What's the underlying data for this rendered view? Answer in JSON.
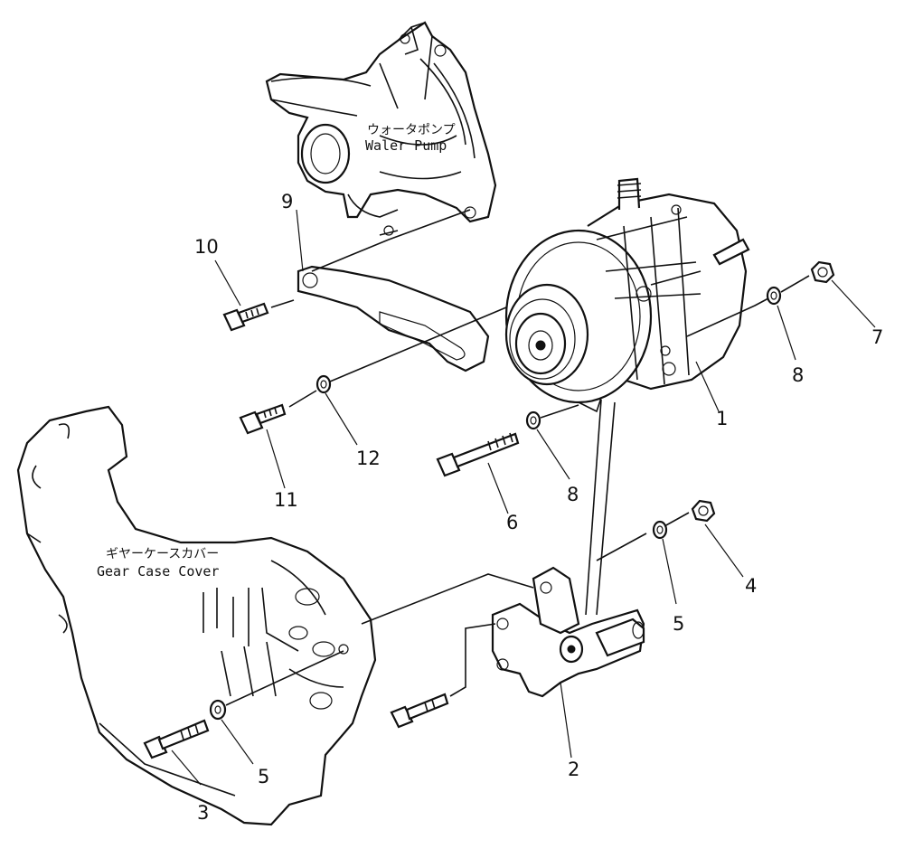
{
  "captions": {
    "water_pump_jp": "ウォータポンプ",
    "water_pump_en": "Waler Pump",
    "gear_case_jp": "ギヤーケースカバー",
    "gear_case_en": "Gear Case Cover"
  },
  "callouts": {
    "n1": "1",
    "n2": "2",
    "n3": "3",
    "n4": "4",
    "n5a": "5",
    "n5b": "5",
    "n6": "6",
    "n7": "7",
    "n8a": "8",
    "n8b": "8",
    "n9": "9",
    "n10": "10",
    "n11": "11",
    "n12": "12"
  }
}
